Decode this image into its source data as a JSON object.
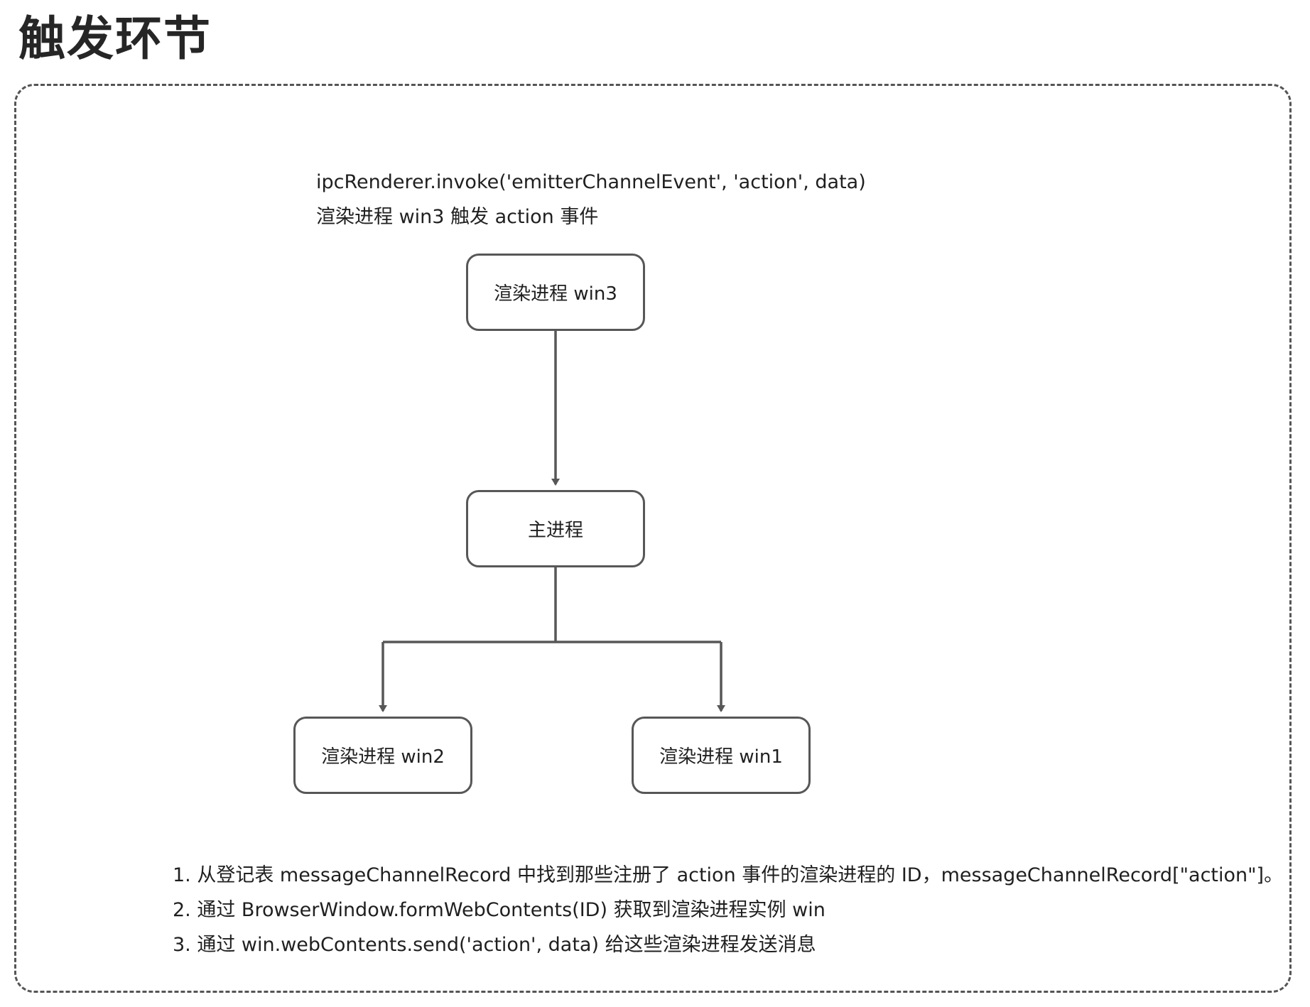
{
  "title": "触发环节",
  "trigger_note": {
    "code": "ipcRenderer.invoke('emitterChannelEvent', 'action', data)",
    "description": "渲染进程 win3 触发 action 事件"
  },
  "nodes": {
    "sender": "渲染进程 win3",
    "main": "主进程",
    "receiver_left": "渲染进程 win2",
    "receiver_right": "渲染进程 win1"
  },
  "steps": [
    "1. 从登记表 messageChannelRecord 中找到那些注册了 action 事件的渲染进程的 ID，messageChannelRecord[\"action\"]。",
    "2. 通过 BrowserWindow.formWebContents(ID) 获取到渲染进程实例 win",
    "3. 通过 win.webContents.send('action', data) 给这些渲染进程发送消息"
  ],
  "colors": {
    "border": "#575757",
    "text": "#1f1f1f"
  }
}
